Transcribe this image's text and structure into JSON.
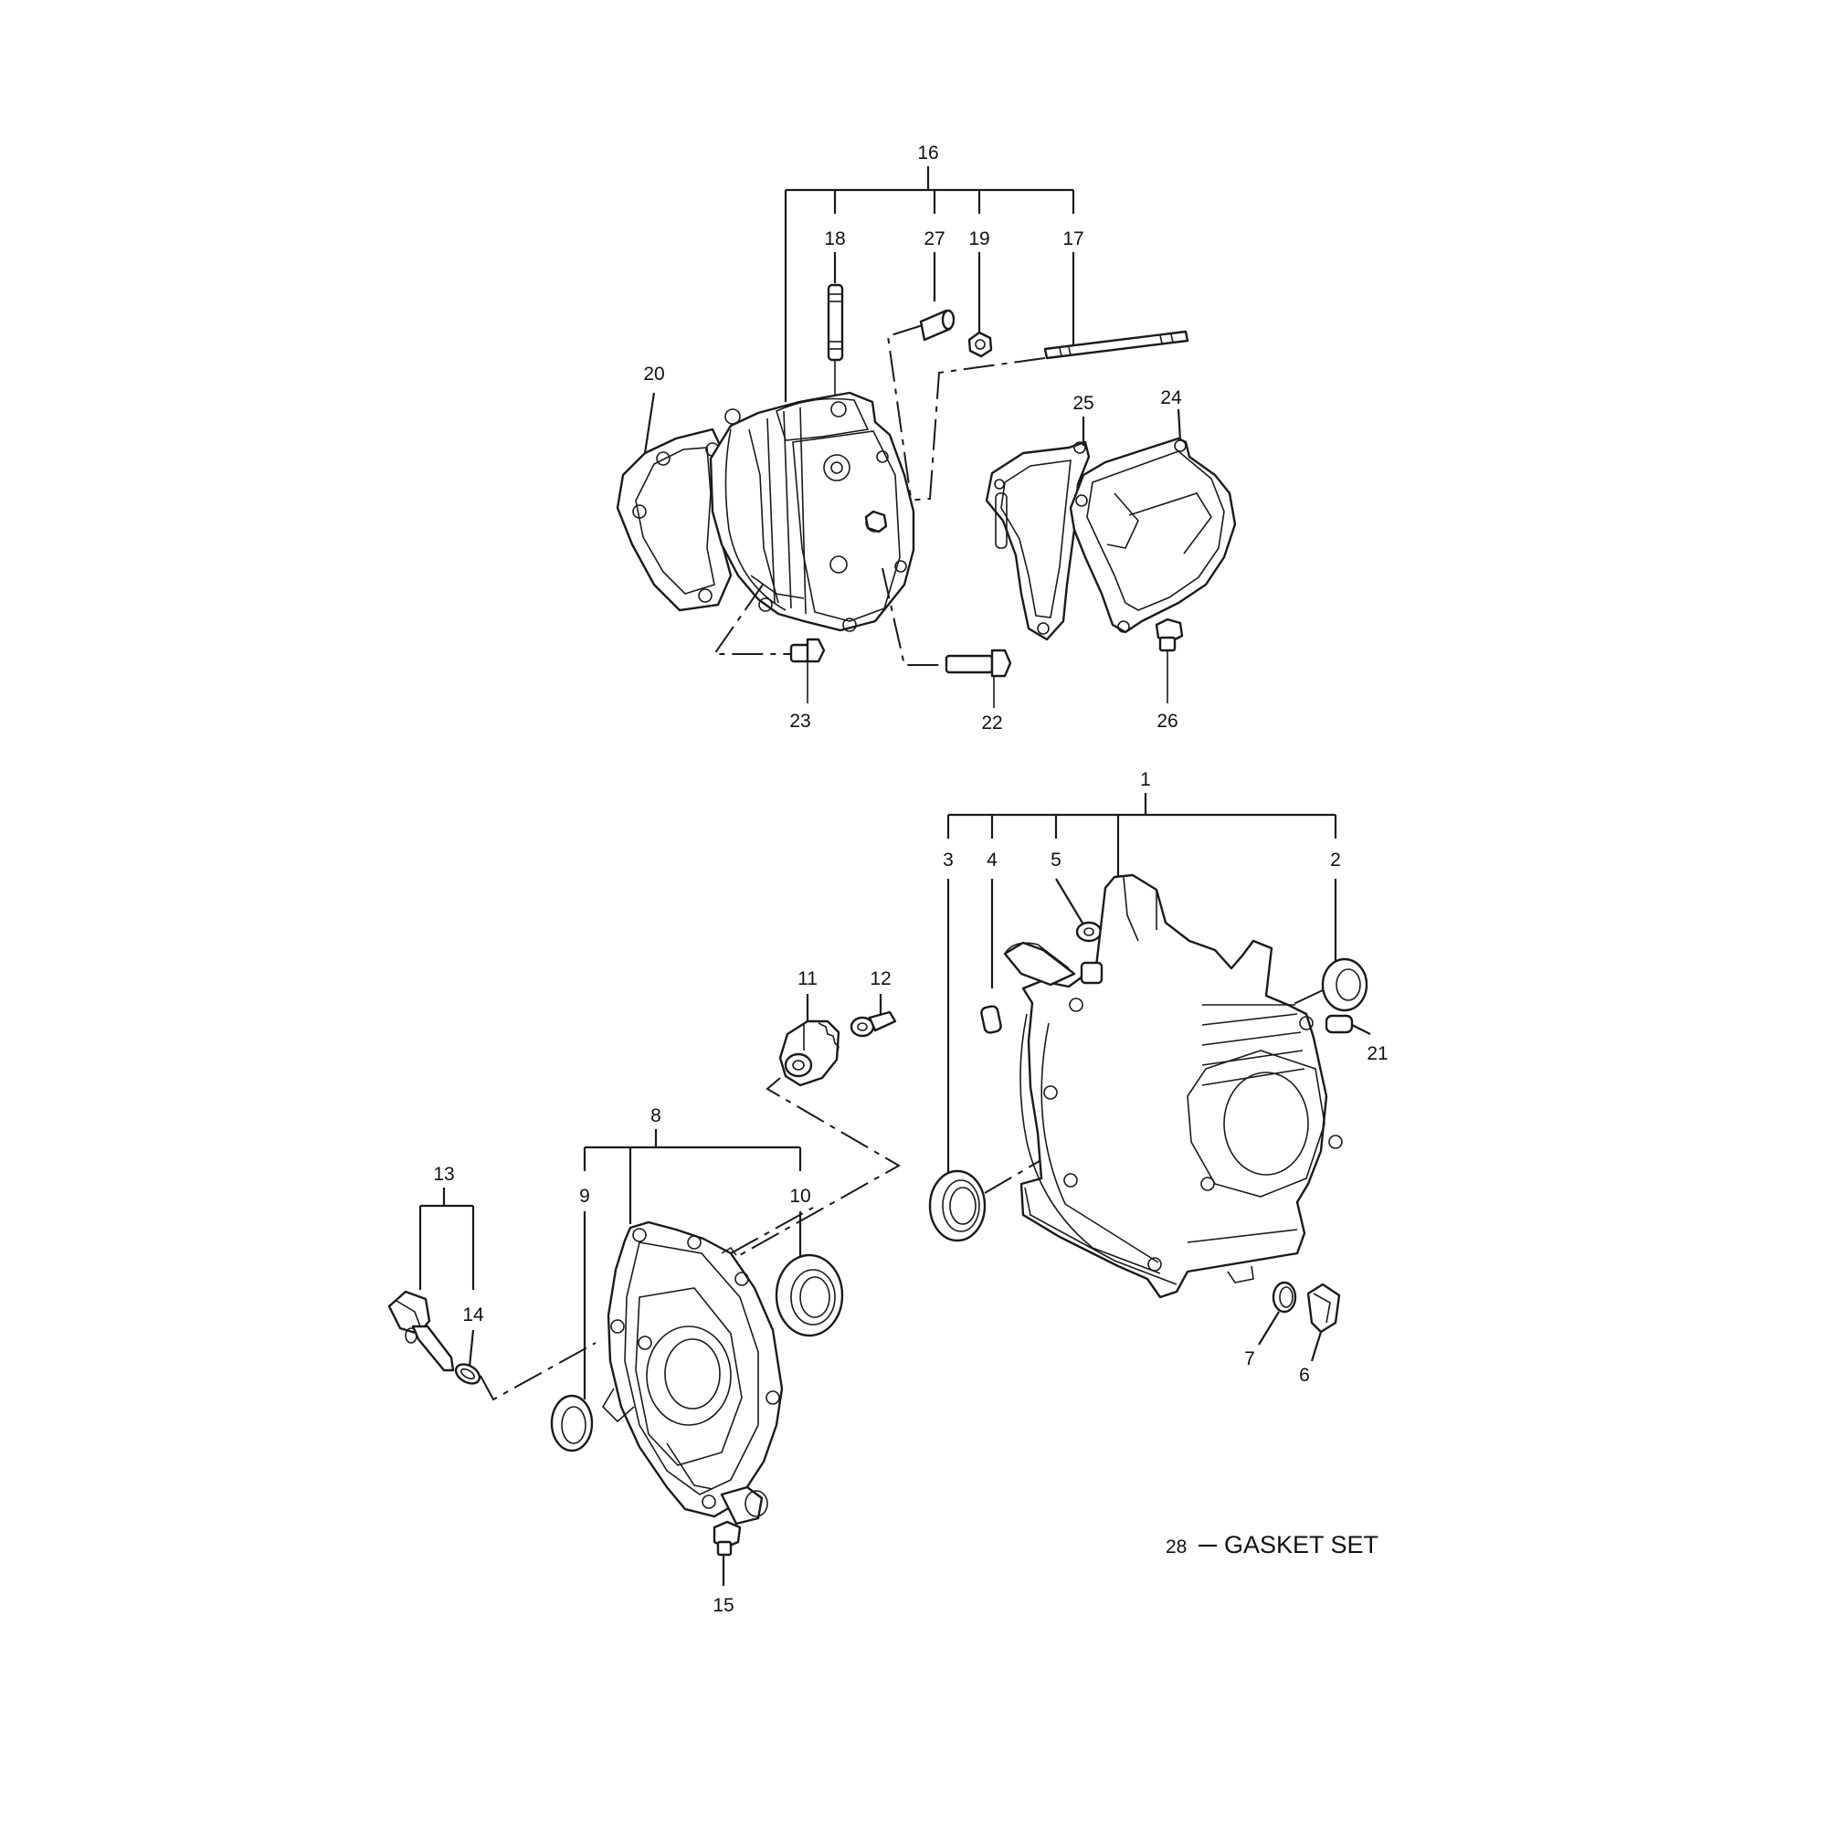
{
  "callouts": {
    "c1": "1",
    "c2": "2",
    "c3": "3",
    "c4": "4",
    "c5": "5",
    "c6": "6",
    "c7": "7",
    "c8": "8",
    "c9": "9",
    "c10": "10",
    "c11": "11",
    "c12": "12",
    "c13": "13",
    "c14": "14",
    "c15": "15",
    "c16": "16",
    "c17": "17",
    "c18": "18",
    "c19": "19",
    "c20": "20",
    "c21": "21",
    "c22": "22",
    "c23": "23",
    "c24": "24",
    "c25": "25",
    "c26": "26",
    "c27": "27"
  },
  "gasket_set": {
    "number": "28",
    "dash": "—",
    "label": "GASKET SET"
  }
}
